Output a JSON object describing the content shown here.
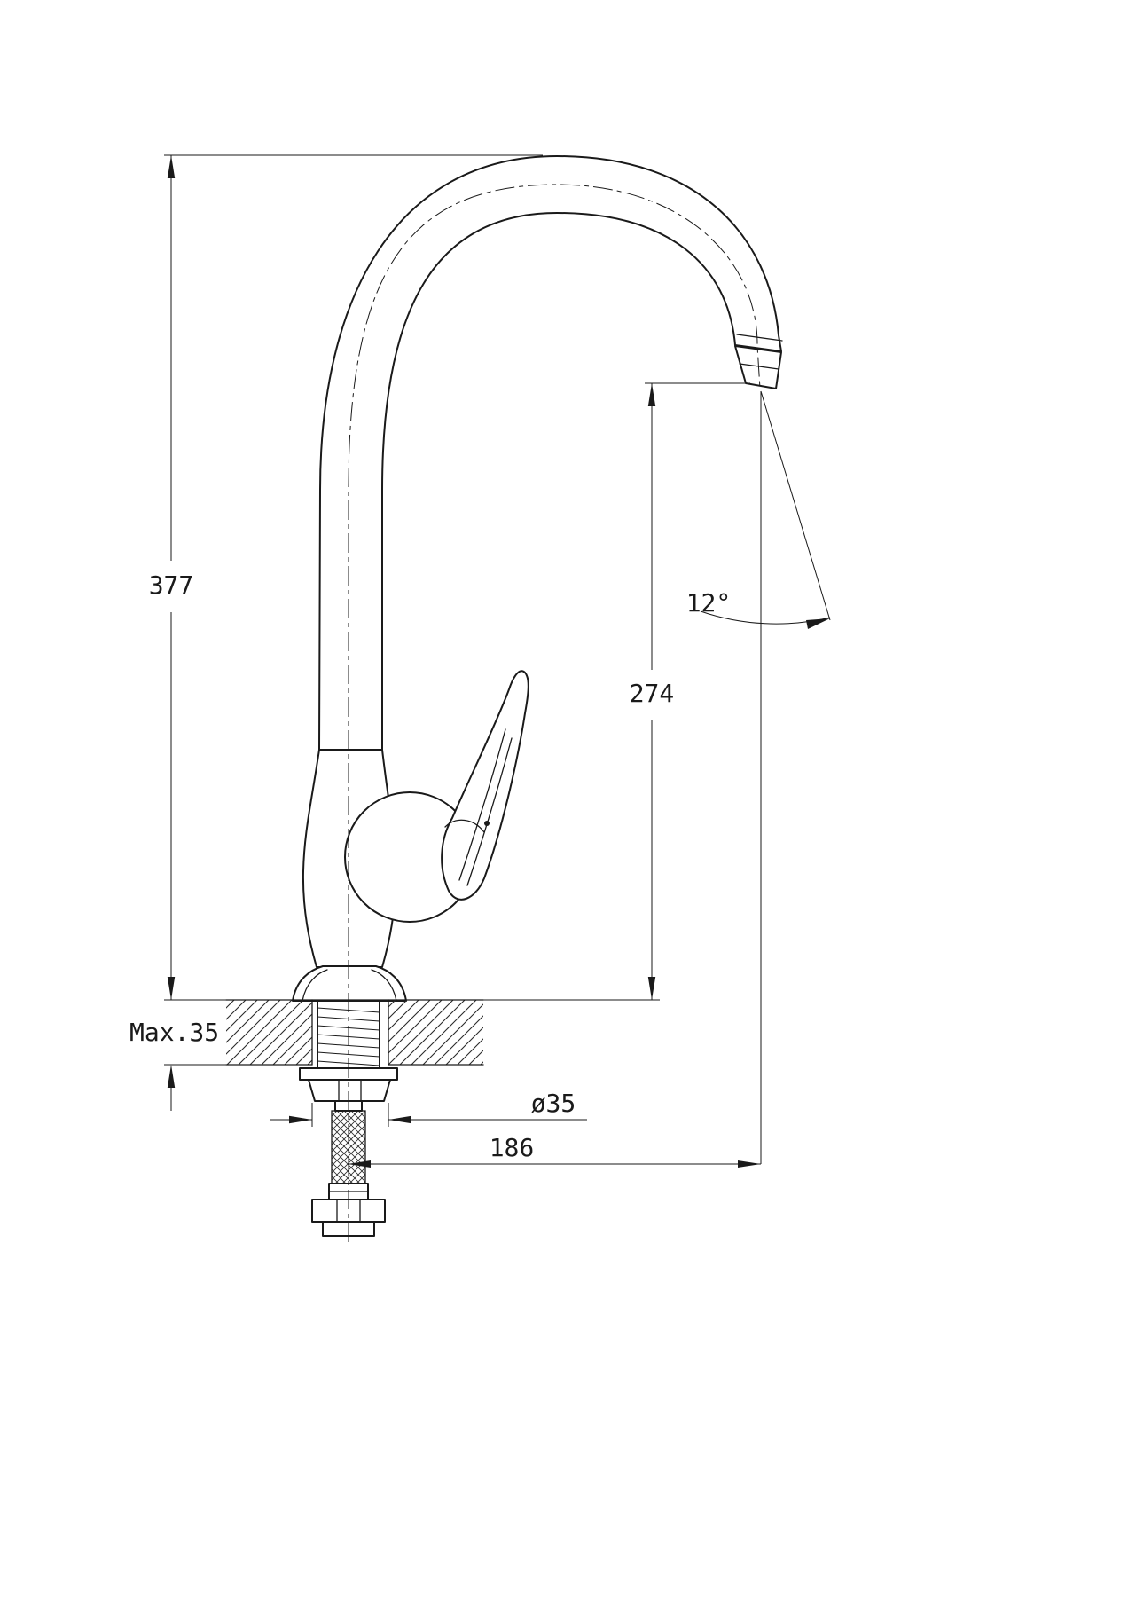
{
  "drawing": {
    "subject": "kitchen-faucet-dimensional-drawing",
    "colors": {
      "line": "#1a1a1a",
      "background": "#ffffff"
    },
    "dimensions": {
      "total_height": "377",
      "spout_height": "274",
      "spout_angle": "12°",
      "max_counter_thickness": "Max.35",
      "hole_diameter": "ø35",
      "spout_reach": "186"
    }
  }
}
